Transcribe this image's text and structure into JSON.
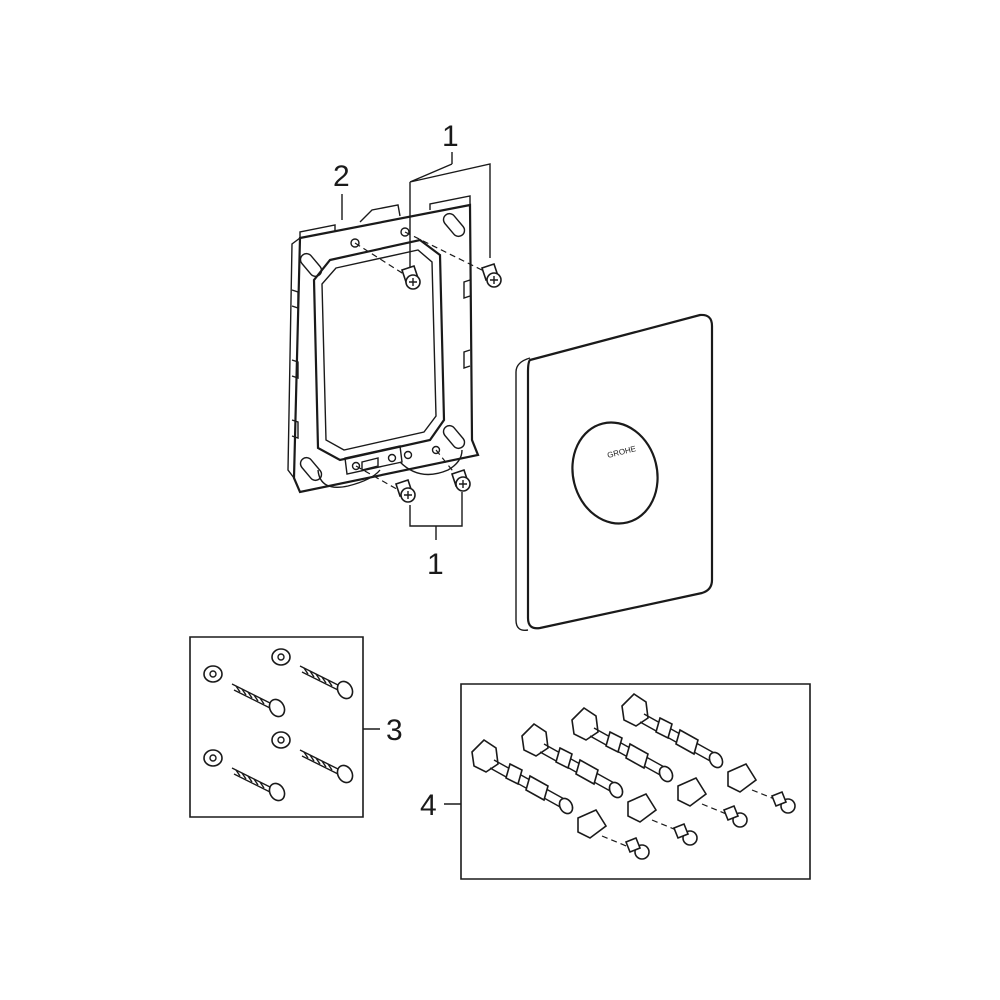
{
  "callouts": {
    "screws_top": "1",
    "frame": "2",
    "screws_bottom": "1",
    "wall_plugs_set": "3",
    "connector_set": "4"
  },
  "cover_plate": {
    "logo_text": "GROHE"
  },
  "colors": {
    "line": "#1a1a1a",
    "background": "#ffffff"
  }
}
